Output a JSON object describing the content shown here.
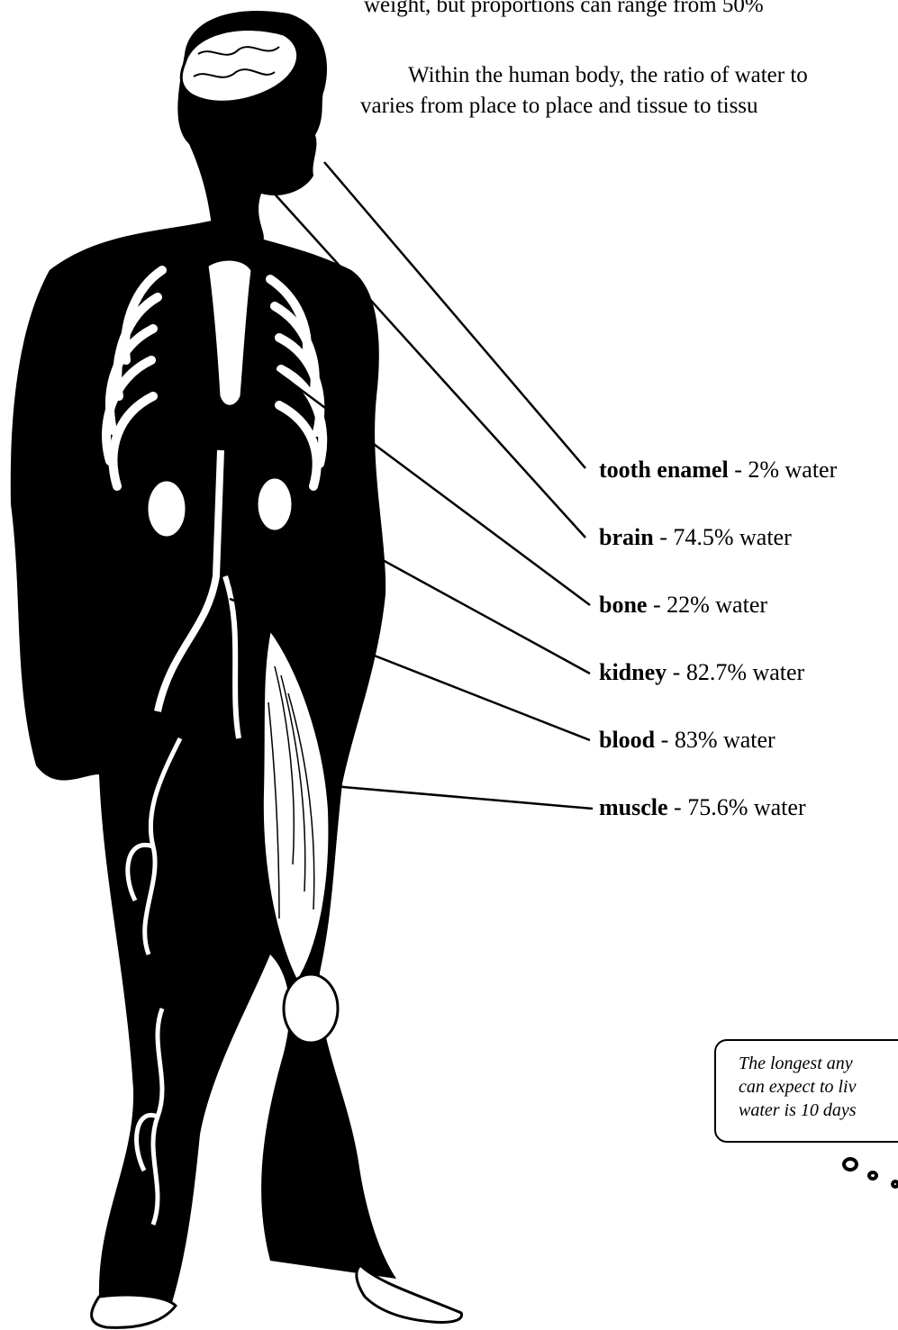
{
  "intro": {
    "line1": "weight, but proportions can range from 50%",
    "line2": "Within the human body, the ratio of water to",
    "line3": "varies from place to place and tissue to tissu"
  },
  "labels": [
    {
      "organ": "tooth enamel",
      "value": " - 2% water"
    },
    {
      "organ": "brain",
      "value": " - 74.5% water"
    },
    {
      "organ": "bone",
      "value": " - 22% water"
    },
    {
      "organ": "kidney",
      "value": " - 82.7% water"
    },
    {
      "organ": "blood",
      "value": " - 83% water"
    },
    {
      "organ": "muscle",
      "value": " - 75.6% water"
    }
  ],
  "callout": {
    "line1": "The longest any",
    "line2": "can expect to liv",
    "line3": "water is 10 days"
  },
  "colors": {
    "ink": "#000000",
    "paper": "#ffffff"
  }
}
